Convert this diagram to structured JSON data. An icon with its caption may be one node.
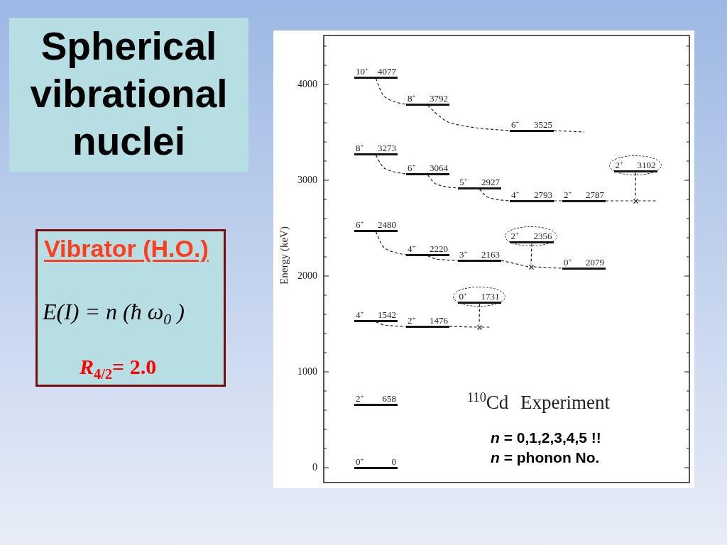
{
  "diagram": {
    "title": "Spherical vibrational nuclei",
    "nodes": [
      {
        "text": [
          "Vibrator (H.O.)",
          "E(I) = n (ħ ω$_{0}$ )",
          "*R*$_{4/2}$= 2.0"
        ]
      },
      {
        "text": [
          "10$^{+}$ 4077"
        ]
      },
      {
        "text": [
          "8$^{+}$ 3792"
        ]
      },
      {
        "text": [
          "6$^{+}$ 3525"
        ]
      },
      {
        "text": [
          "8$^{+}$ 3273"
        ]
      },
      {
        "text": [],
        "shape": "ellipse"
      },
      {
        "text": [
          "2$^{+}$ 3102"
        ],
        "in": 5
      },
      {
        "text": [
          "6$^{+}$ 3064"
        ]
      },
      {
        "text": [
          "5$^{+}$ 2927"
        ]
      },
      {
        "text": [
          "4$^{+}$ 2793"
        ]
      },
      {
        "text": [
          "2$^{+}$ 2787"
        ]
      },
      {
        "text": [],
        "shape": "cross"
      },
      {
        "text": [
          "6$^{+}$ 2480"
        ]
      },
      {
        "text": [],
        "shape": "ellipse"
      },
      {
        "text": [
          "2$^{+}$ 2356"
        ],
        "in": 13
      },
      {
        "text": [
          "4$^{+}$ 2220"
        ]
      },
      {
        "text": [
          "3$^{+}$ 2163"
        ]
      },
      {
        "text": [
          "0$^{+}$ 2079"
        ]
      },
      {
        "text": [],
        "shape": "cross"
      },
      {
        "text": [],
        "shape": "ellipse"
      },
      {
        "text": [
          "0$^{+}$ 1731"
        ],
        "in": 19
      },
      {
        "text": [
          "4$^{+}$ 1542"
        ]
      },
      {
        "text": [
          "2$^{+}$ 1476"
        ]
      },
      {
        "text": [],
        "shape": "cross"
      },
      {
        "text": [
          "2$^{+}$ 658"
        ]
      },
      {
        "text": [
          "0$^{+}$ 0"
        ]
      }
    ],
    "edges": [
      {
        "from": 1,
        "to": 2,
        "arrow": "none",
        "style": "dashed"
      },
      {
        "from": 2,
        "to": 3,
        "arrow": "none",
        "style": "dashed"
      },
      {
        "from": 3,
        "to": null,
        "arrow": "none",
        "style": "dashed"
      },
      {
        "from": 4,
        "to": 7,
        "arrow": "none",
        "style": "dashed"
      },
      {
        "from": 7,
        "to": 8,
        "arrow": "none",
        "style": "dashed"
      },
      {
        "from": 8,
        "to": 9,
        "arrow": "none",
        "style": "dashed"
      },
      {
        "from": 9,
        "to": 10,
        "arrow": "none",
        "style": "dashed"
      },
      {
        "from": 10,
        "to": 11,
        "arrow": "none",
        "style": "dashed"
      },
      {
        "from": 11,
        "to": null,
        "arrow": "none",
        "style": "dashed"
      },
      {
        "from": 6,
        "to": 11,
        "arrow": "none",
        "style": "dashed"
      },
      {
        "from": 12,
        "to": 15,
        "arrow": "none",
        "style": "dashed"
      },
      {
        "from": 15,
        "to": 16,
        "arrow": "none",
        "style": "dashed"
      },
      {
        "from": 16,
        "to": 18,
        "arrow": "none",
        "style": "dashed"
      },
      {
        "from": 18,
        "to": 17,
        "arrow": "none",
        "style": "dashed"
      },
      {
        "from": 14,
        "to": 18,
        "arrow": "none",
        "style": "dashed"
      },
      {
        "from": 21,
        "to": 22,
        "arrow": "none",
        "style": "dashed"
      },
      {
        "from": 22,
        "to": 23,
        "arrow": "none",
        "style": "dashed"
      },
      {
        "from": 23,
        "to": null,
        "arrow": "none",
        "style": "dashed"
      },
      {
        "from": 20,
        "to": 23,
        "arrow": "none",
        "style": "dashed"
      }
    ],
    "labels": [
      "4000",
      "3000",
      "Energy (keV)",
      "2000",
      "1000",
      "0",
      "$^{110}$Cd Experiment",
      "*n* = 0,1,2,3,4,5 !!",
      "*n* = phonon No."
    ]
  }
}
